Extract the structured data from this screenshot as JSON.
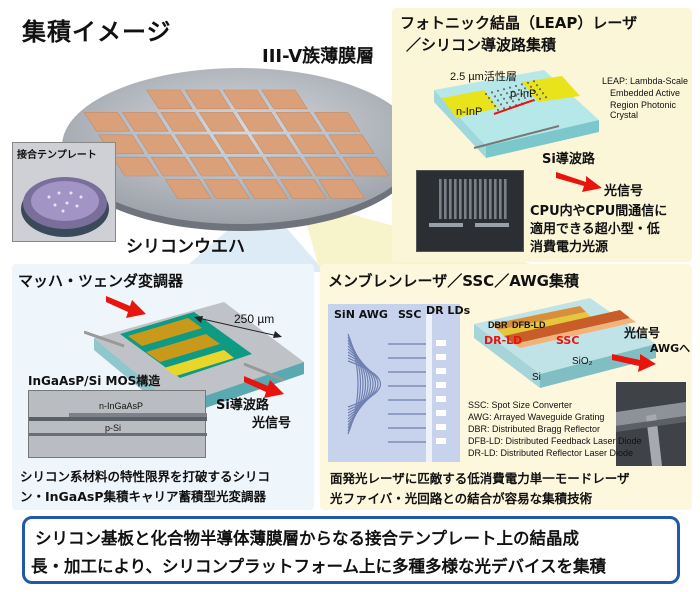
{
  "header": {
    "title": "集積イメージ",
    "film_label": "III-V族薄膜層",
    "wafer_label": "シリコンウエハ",
    "template_label": "接合テンプレート"
  },
  "leap": {
    "title_line1": "フォトニック結晶（LEAP）レーザ",
    "title_line2": "／シリコン導波路集積",
    "active_layer": "2.5 µm活性層",
    "p_label": "p-InP",
    "n_label": "n-InP",
    "waveguide_label": "Si導波路",
    "def_line1": "LEAP: Lambda-Scale",
    "def_line2": "Embedded Active",
    "def_line3": "Region Photonic Crystal",
    "signal_label": "光信号",
    "desc_line1": "CPU内やCPU間通信に",
    "desc_line2": "適用できる超小型・低",
    "desc_line3": "消費電力光源"
  },
  "mzm": {
    "title": "マッハ・ツェンダ変調器",
    "dimension": "250 µm",
    "mos_label": "InGaAsP/Si MOS構造",
    "n_layer": "n-InGaAsP",
    "p_layer": "p-Si",
    "waveguide_label": "Si導波路",
    "signal_label": "光信号",
    "desc_line1": "シリコン系材料の特性限界を打破するシリコ",
    "desc_line2": "ン・InGaAsP集積キャリア蓄積型光変調器"
  },
  "membrane": {
    "title": "メンブレンレーザ／SSC／AWG集積",
    "awg_label": "SiN AWG",
    "ssc_label": "SSC",
    "drld_label": "DR LDs",
    "dbr_label": "DBR",
    "dfbld_label": "DFB-LD",
    "drld_chip_label": "DR-LD",
    "ssc_chip_label": "SSC",
    "si_label": "Si",
    "sio2_label": "SiO₂",
    "signal_line1": "光信号",
    "signal_line2": "AWGへ",
    "defs": [
      "SSC: Spot Size Converter",
      "AWG: Arrayed Waveguide Grating",
      "DBR: Distributed Bragg Reflector",
      "DFB-LD: Distributed Feedback Laser Diode",
      "DR-LD: Distributed Reflector Laser Diode"
    ],
    "desc_line1": "面発光レーザに匹敵する低消費電力単一モードレーザ",
    "desc_line2": "光ファイバ・光回路との結合が容易な集積技術"
  },
  "summary": {
    "line1": "シリコン基板と化合物半導体薄膜層からなる接合テンプレート上の結晶成",
    "line2": "長・加工により、シリコンプラットフォーム上に多種多様な光デバイスを集積"
  },
  "colors": {
    "wafer": "#b8bcc4",
    "tile": "#d9a07a",
    "leap_panel": "#fbf6d8",
    "mzm_panel": "#eef5fb",
    "membrane_panel": "#fdf7de",
    "summary_border": "#1e5aa8",
    "arrow": "#e8140e"
  }
}
